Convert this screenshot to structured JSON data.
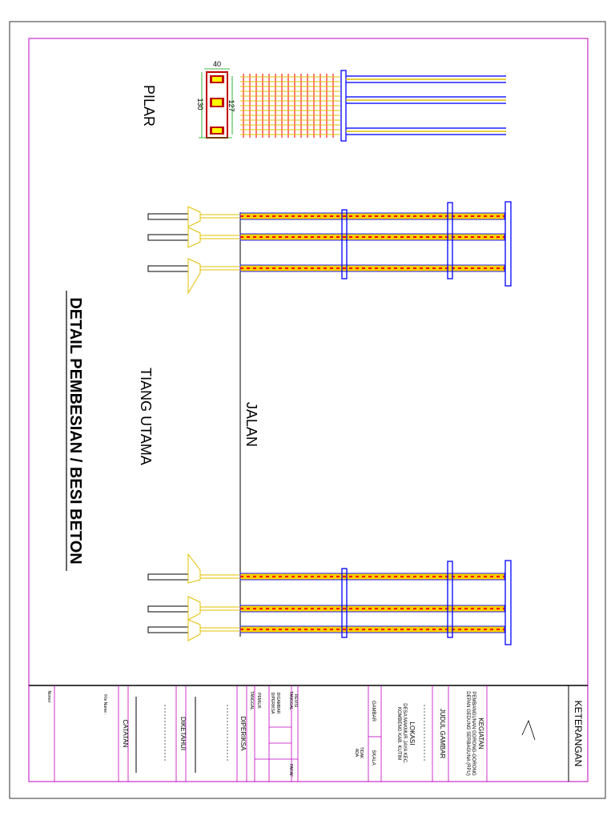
{
  "drawing": {
    "title": "DETAIL  PEMBESIAN / BESI BETON",
    "labels": {
      "pilar": "PILAR",
      "tiang_utama": "TIANG UTAMA",
      "jalan": "JALAN"
    },
    "dimensions": {
      "width": "40",
      "height_outer": "130",
      "height_inner": "127"
    }
  },
  "title_block": {
    "keterangan": "KETERANGAN",
    "kegiatan": {
      "label": "KEGIATAN",
      "line1": "PEMBANGUNAN GORONG-GORONG",
      "line2": "DEPAN GEDUNG SERBAGUNA (RPU)"
    },
    "judul_gambar": "JUDUL GAMBAR",
    "lokasi": {
      "label": "LOKASI",
      "line1": "DESA MAKMUR JAYA KEC.",
      "line2": "KOMBENG KAB. KUTIM"
    },
    "gambar": "GAMBAR",
    "skala": "SKALA",
    "skala_value_1": "TIDAK",
    "skala_value_2": "ADA",
    "revisi": "REVISI",
    "tanggal": "TANGGAL",
    "paraf": "PARAF",
    "digambar": "DIGAMBAR",
    "diperiksa": "DIPERIKSA",
    "pemilik": "PEMILIK",
    "tanggal2": "TANGGAL",
    "diperiksa_header": "DIPERIKSA",
    "diketahui": "DIKETAHUI",
    "catatan": "CATATAN",
    "file_name": "File Name :",
    "nomor": "Nomor"
  }
}
